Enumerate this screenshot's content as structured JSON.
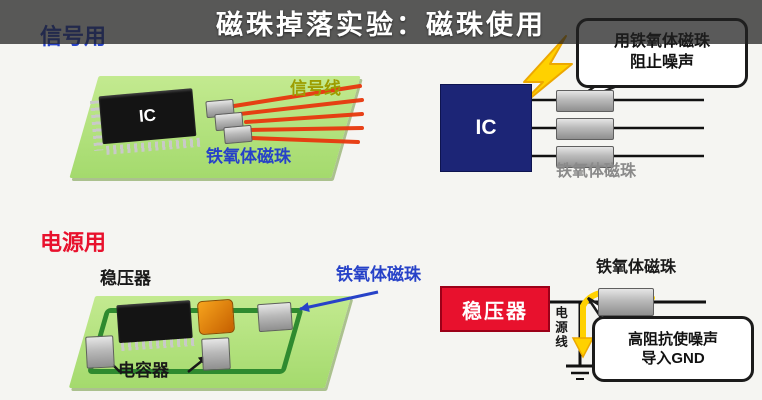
{
  "banner": {
    "title": "磁珠掉落实验：磁珠使用"
  },
  "signal_board": {
    "section_label": "信号用",
    "ic_label": "IC",
    "signal_line_label": "信号线",
    "bead_label": "铁氧体磁珠"
  },
  "signal_schematic": {
    "bubble_line1": "用铁氧体磁珠",
    "bubble_line2": "阻止噪声",
    "ic_label": "IC",
    "bead_label": "铁氧体磁珠"
  },
  "power_board": {
    "section_label": "电源用",
    "regulator_label": "稳压器",
    "bead_label": "铁氧体磁珠",
    "capacitor_label": "电容器"
  },
  "power_schematic": {
    "regulator_label": "稳压器",
    "bead_label": "铁氧体磁珠",
    "power_line_label": "电源线",
    "bubble_line1": "高阻抗使噪声",
    "bubble_line2": "导入GND"
  },
  "colors": {
    "accent_blue": "#2742c8",
    "accent_red": "#e8112d",
    "board_green": "#b2e27d",
    "signal_trace_red": "#e8380d",
    "ic_navy": "#1c2576",
    "lightning_yellow": "#ffd100",
    "bead_gray": "#9a9a9a"
  }
}
